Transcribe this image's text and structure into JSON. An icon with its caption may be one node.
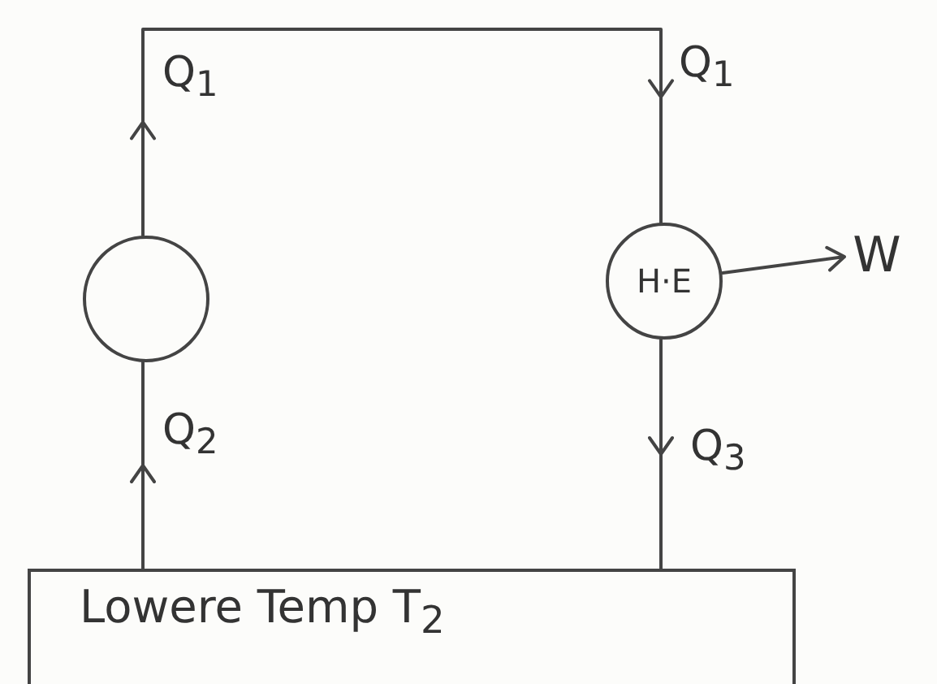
{
  "diagram": {
    "nodes": [
      {
        "text": [
          "Lowere Temp T$_{2}$"
        ]
      },
      {
        "text": [],
        "shape": "circle"
      },
      {
        "text": [
          "H·E"
        ]
      },
      {
        "text": [
          "W"
        ]
      }
    ],
    "edges": [
      {
        "from": 0,
        "to": 1,
        "arrow": "to",
        "label": "Q$_{2}$"
      },
      {
        "from": 1,
        "to": 2,
        "arrow": "to",
        "label": "Q$_{1}$"
      },
      {
        "from": 2,
        "to": 0,
        "arrow": "to",
        "label": "Q$_{3}$"
      },
      {
        "from": 2,
        "to": 3,
        "arrow": "to"
      }
    ],
    "labels": [
      "Q$_{1}$"
    ]
  }
}
